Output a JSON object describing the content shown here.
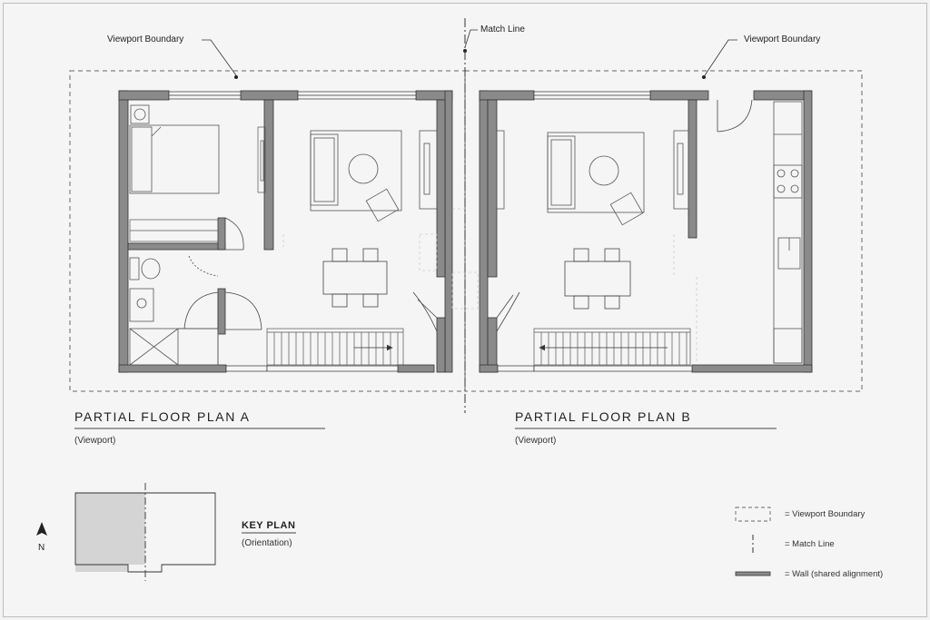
{
  "callouts": {
    "viewport_left": "Viewport Boundary",
    "viewport_right": "Viewport Boundary",
    "match_line": "Match Line"
  },
  "plans": {
    "a_title": "PARTIAL FLOOR PLAN A",
    "a_sub": "(Viewport)",
    "b_title": "PARTIAL FLOOR PLAN B",
    "b_sub": "(Viewport)"
  },
  "key_plan": {
    "title": "KEY PLAN",
    "sub": "(Orientation)",
    "north": "N"
  },
  "legend": {
    "viewport": "= Viewport Boundary",
    "match": "= Match Line",
    "wall": "= Wall (shared alignment)"
  },
  "colors": {
    "wall": "#8a8a8a",
    "wall_edge": "#333333",
    "line": "#444444",
    "paper": "#f3f3f3",
    "key_fill": "#d4d4d4"
  }
}
